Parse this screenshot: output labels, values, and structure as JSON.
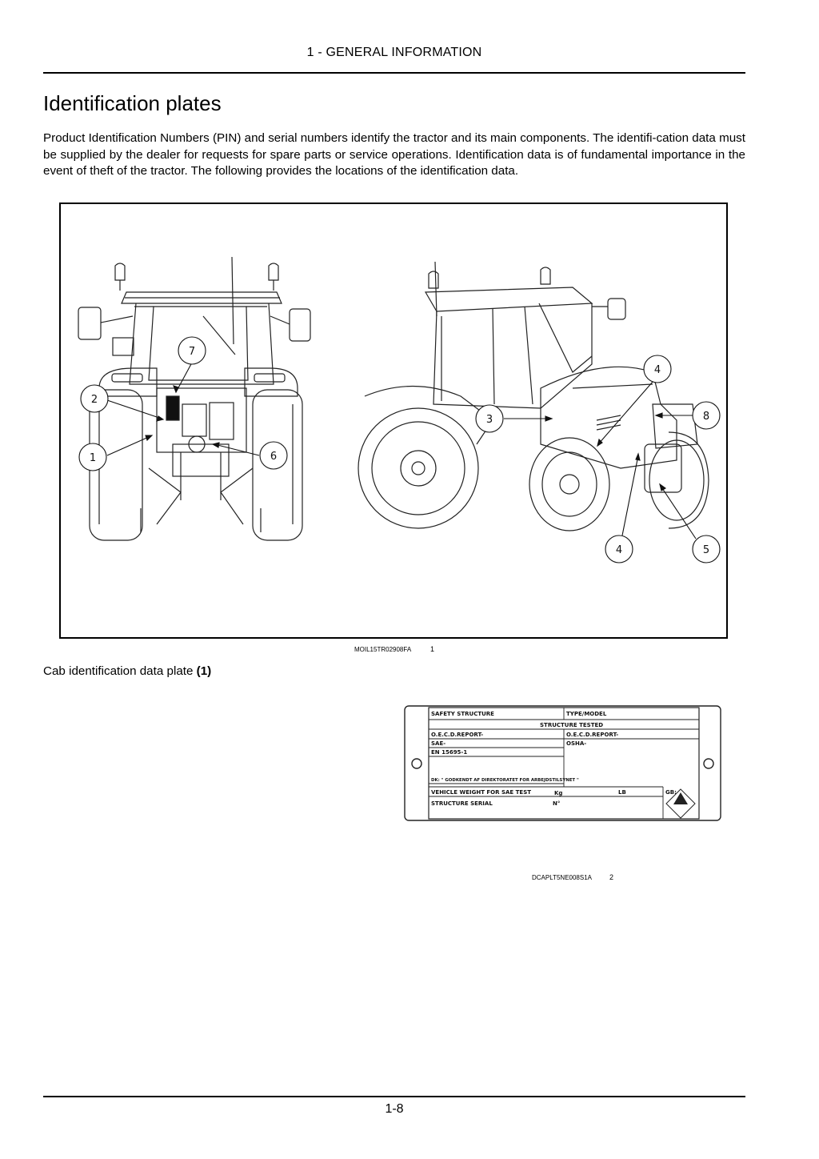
{
  "header": {
    "section": "1 - GENERAL INFORMATION"
  },
  "title": "Identification plates",
  "intro": "Product Identification Numbers (PIN) and serial numbers identify the tractor and its main components.  The identifi-cation data must be supplied by the dealer for requests for spare parts or service operations.  Identification data is of fundamental importance in the event of theft of the tractor.  The following provides the locations of the identification data.",
  "figure1": {
    "ref": "MOIL15TR02908FA",
    "number": "1",
    "callouts": [
      "7",
      "2",
      "1",
      "6",
      "3",
      "4",
      "8",
      "4",
      "5"
    ]
  },
  "caption": {
    "text": "Cab identification data plate ",
    "bold": "(1)"
  },
  "plate": {
    "safety_structure": "SAFETY STRUCTURE",
    "type_model": "TYPE/MODEL",
    "structure_tested": "STRUCTURE TESTED",
    "oecd_report_left": "O.E.C.D.REPORT-",
    "oecd_report_right": "O.E.C.D.REPORT-",
    "sae": "SAE-",
    "osha": "OSHA-",
    "en": "EN 15695-1",
    "dk_line": "DK: \" GODKENDT AF DIREKTORATET FOR ARBEJDSTILSYNET \"",
    "vehicle_weight": "VEHICLE WEIGHT FOR SAE TEST",
    "kg": "Kg",
    "lb": "LB",
    "gb": "GB:",
    "structure_serial": "STRUCTURE SERIAL",
    "no": "N°"
  },
  "figure2": {
    "ref": "DCAPLT5NE008S1A",
    "number": "2"
  },
  "footer": {
    "page_number": "1-8"
  }
}
